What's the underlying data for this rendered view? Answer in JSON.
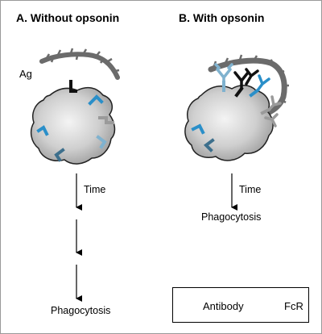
{
  "panel_a": {
    "title": "A.  Without opsonin",
    "antigen_label": "Ag",
    "step_labels": [
      "Time",
      "Phagocytosis"
    ]
  },
  "panel_b": {
    "title": "B.  With opsonin",
    "step_labels": [
      "Time",
      "Phagocytosis"
    ]
  },
  "legend": {
    "antibody_label": "Antibody",
    "fcr_label": "FcR"
  },
  "colors": {
    "cell_light": "#f2f2f2",
    "cell_dark": "#a9a9a9",
    "antigen": "#6b6b6b",
    "receptor_blue": "#2a8fc9",
    "receptor_steel": "#3d6f8c",
    "receptor_lightblue": "#7fb2cf",
    "receptor_gray": "#9a9a9a",
    "receptor_black": "#111111"
  }
}
